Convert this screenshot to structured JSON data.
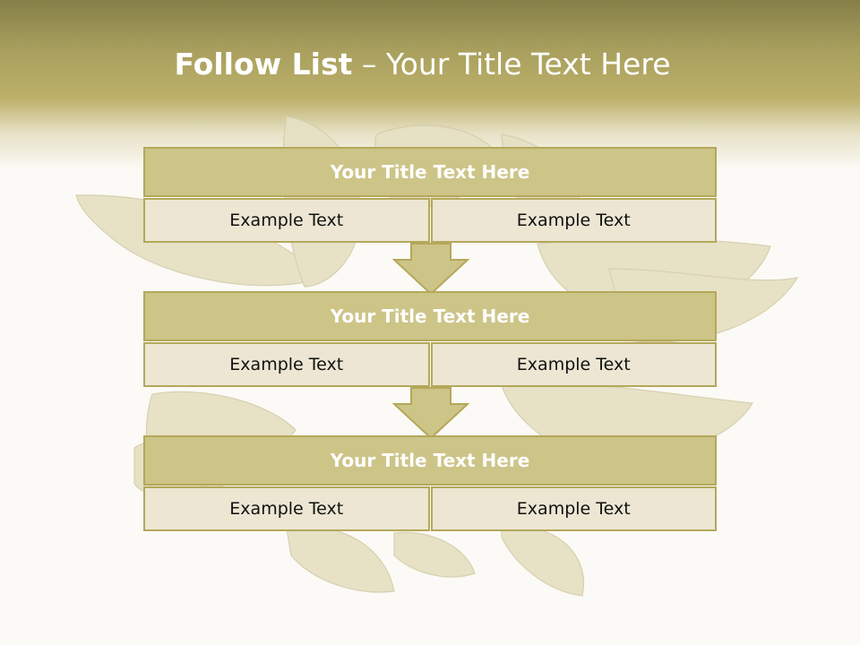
{
  "title": {
    "main": "Follow List",
    "separator": " – ",
    "sub": "Your Title Text Here"
  },
  "colors": {
    "header_top": "#857f48",
    "header_mid": "#bcb06a",
    "block_fill": "#cdc488",
    "block_border": "#b4a85a",
    "cell_fill": "#ece6d3",
    "arrow_fill": "#cdc488",
    "leaf_fill": "#e6e0c4"
  },
  "steps": [
    {
      "title": "Your Title Text Here",
      "left": "Example Text",
      "right": "Example Text"
    },
    {
      "title": "Your Title Text Here",
      "left": "Example Text",
      "right": "Example Text"
    },
    {
      "title": "Your Title Text Here",
      "left": "Example Text",
      "right": "Example Text"
    }
  ],
  "decorations": {
    "background_image": "bay-leaves"
  }
}
